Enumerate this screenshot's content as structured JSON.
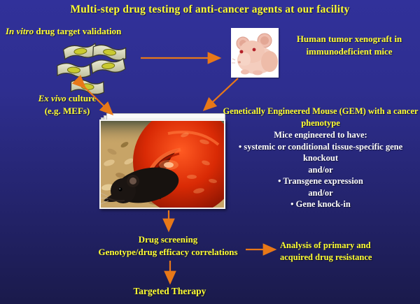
{
  "slide": {
    "title": "Multi-step drug testing of anti-cancer agents at our facility",
    "invitro": {
      "italic": "In vitro",
      "rest": " drug target validation"
    },
    "xenograft_label": "Human tumor xenograft in immunodeficient mice",
    "exvivo": {
      "italic": "Ex vivo",
      "rest": " culture",
      "line2": "(e.g. MEFs)"
    },
    "gem": {
      "heading": "Genetically Engineered Mouse (GEM) with a cancer phenotype",
      "subheading": "Mice engineered to have:",
      "items": [
        "• systemic or conditional tissue-specific gene knockout",
        "and/or",
        "• Transgene expression",
        "and/or",
        "• Gene knock-in"
      ]
    },
    "screening": {
      "title": "Drug screening",
      "subtitle": "Genotype/drug efficacy correlations"
    },
    "analysis_line1": "Analysis of primary and",
    "analysis_line2": "acquired drug resistance",
    "targeted_therapy": "Targeted Therapy",
    "images": {
      "cells": "cultured-fibroblast-cells-illustration",
      "nude_mouse": "immunodeficient-nude-mouse-photo",
      "gem_mouse": "black-mouse-with-red-igloo-photo"
    },
    "colors": {
      "background_top": "#31319A",
      "background_bottom": "#1A1A4B",
      "heading_yellow": "#FFFF33",
      "body_white": "#FFFFFF",
      "arrow_orange": "#E87818"
    }
  }
}
